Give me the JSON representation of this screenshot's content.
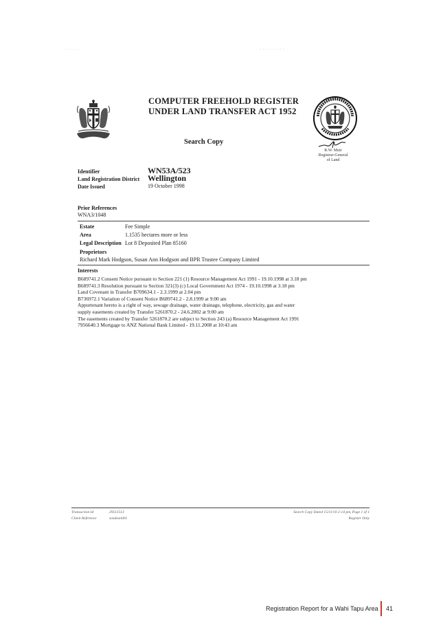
{
  "header": {
    "title_line1": "COMPUTER FREEHOLD REGISTER",
    "title_line2": "UNDER LAND TRANSFER ACT 1952",
    "search_copy": "Search Copy",
    "registrar_name": "R.W. Muir",
    "registrar_title": "Registrar-General",
    "registrar_of": "of Land"
  },
  "identifier": {
    "identifier_label": "Identifier",
    "identifier_value": "WN53A/523",
    "district_label": "Land Registration District",
    "district_value": "Wellington",
    "date_label": "Date Issued",
    "date_value": "19 October 1998"
  },
  "prior": {
    "label": "Prior References",
    "value": "WNA3/1048"
  },
  "estate": {
    "estate_label": "Estate",
    "estate_value": "Fee Simple",
    "area_label": "Area",
    "area_value": "1.1535 hectares more or less",
    "legal_label": "Legal Description",
    "legal_value": "Lot 8 Deposited Plan 85160"
  },
  "proprietors": {
    "label": "Proprietors",
    "value": "Richard Mark Hodgson, Susan Ann Hodgson and BPR Trustee Company Limited"
  },
  "interests": {
    "label": "Interests",
    "lines": [
      "B689741.2 Consent Notice pursuant to Section 221 (1) Resource Management Act 1991 - 19.10.1998 at 3.18 pm",
      "B689741.3 Resolution pursuant to Section 321(3) (c) Local Government Act 1974 - 19.10.1998 at 3.18 pm",
      "Land Covenant in Transfer B709634.1 - 2.3.1999 at 2.04 pm",
      "B736972.1 Variation of Consent Notice B689741.2 - 2.8.1999 at 9:00 am",
      "Appurtenant hereto is a right of way, sewage drainage, water drainage, telephone, electricity, gas and water",
      "supply easements created by Transfer 5261870.2 - 24.6.2002 at 9:00 am",
      "The easements created by Transfer 5261870.2 are subject to Section 243 (a) Resource Management Act 1991",
      "7956640.3 Mortgage to ANZ National Bank Limited - 19.11.2008 at 10:43 am"
    ]
  },
  "doc_footer": {
    "transaction_label": "Transaction Id",
    "transaction_value": "29511513",
    "client_label": "Client Reference",
    "client_value": "sondosn001",
    "search_dated": "Search Copy Dated 15/11/10 2:14 pm, Page 1 of 1",
    "register_only": "Register Only"
  },
  "report_footer": {
    "title": "Registration Report for a Wahi Tapu Area",
    "page_number": "41",
    "divider_color": "#c0392b"
  }
}
